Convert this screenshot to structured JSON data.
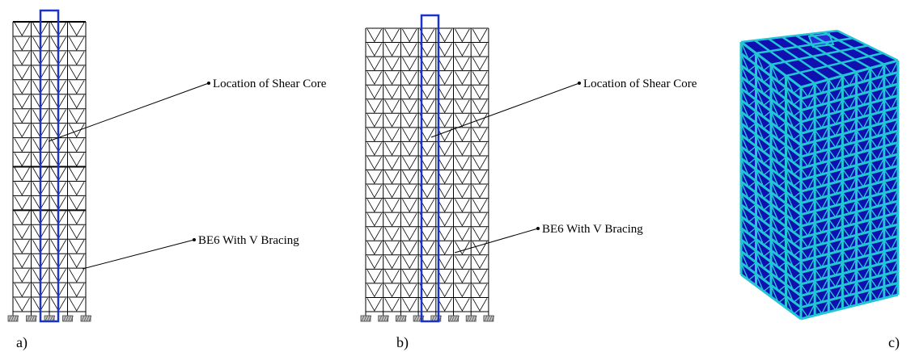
{
  "panels": [
    {
      "id": "a",
      "label": "a)",
      "bays": 4,
      "stories": 20,
      "annotations": {
        "core": "Location of Shear Core",
        "bracing": "BE6 With V Bracing"
      }
    },
    {
      "id": "b",
      "label": "b)",
      "bays": 7,
      "stories": 20,
      "annotations": {
        "core": "Location of Shear Core",
        "bracing": "BE6 With V Bracing"
      }
    },
    {
      "id": "c",
      "label": "c)",
      "view": "3D model"
    }
  ],
  "colors": {
    "frame_lines": "#000000",
    "shear_core_outline": "#1a33cc",
    "model_members": "#22c7d6",
    "model_slabs": "#1010b0",
    "support_hatch": "#444444"
  },
  "icons": {
    "support": "hatched-fixed-support-icon",
    "leader_dot": "leader-dot-icon"
  }
}
